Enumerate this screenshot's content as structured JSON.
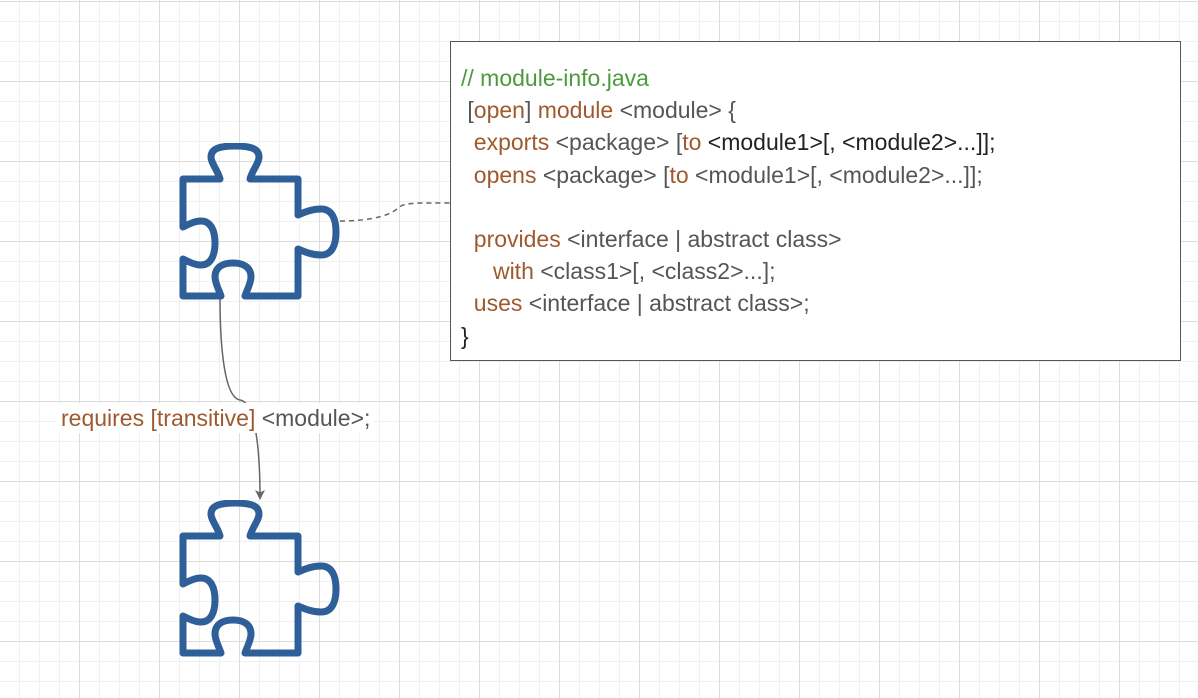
{
  "colors": {
    "keyword": "#a0592e",
    "comment": "#4d9a3d",
    "text": "#555555",
    "puzzle": "#2e5f99",
    "connector": "#666666"
  },
  "icons": [
    "puzzle-piece-icon",
    "puzzle-piece-icon"
  ],
  "module_info": {
    "comment": "// module-info.java",
    "line1": {
      "bracket_open": "[",
      "open_kw": "open",
      "bracket_close": "]",
      "module_kw": "module",
      "rest": "<module> {"
    },
    "line2": {
      "kw": "exports",
      "pkg": "<package>",
      "bracket_open": "[",
      "to_kw": "to",
      "rest": "<module1>[, <module2>...]];"
    },
    "line3": {
      "kw": "opens",
      "pkg": "<package>",
      "bracket_open": "[",
      "to_kw": "to",
      "rest": "<module1>[, <module2>...]];"
    },
    "line5": {
      "kw": "provides",
      "rest": "<interface | abstract class>"
    },
    "line6": {
      "kw": "with",
      "rest": "<class1>[, <class2>...];"
    },
    "line7": {
      "kw": "uses",
      "rest": "<interface | abstract class>;"
    },
    "close": "}"
  },
  "requires": {
    "kw": "requires",
    "bracket_open": "[",
    "transitive_kw": "transitive",
    "bracket_close": "]",
    "rest": "<module>;"
  }
}
